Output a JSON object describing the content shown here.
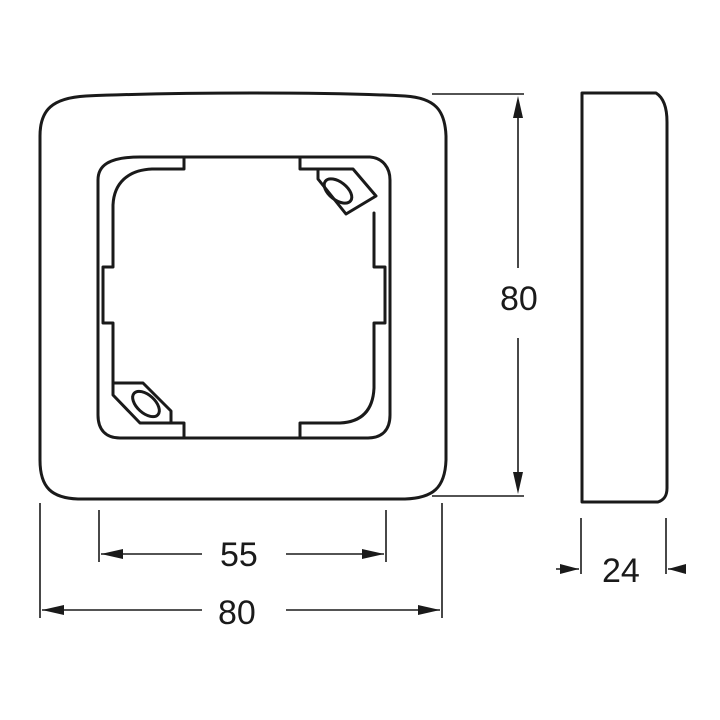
{
  "dimensions": {
    "front_width_outer": "80",
    "front_width_inner": "55",
    "front_height": "80",
    "side_depth": "24"
  }
}
